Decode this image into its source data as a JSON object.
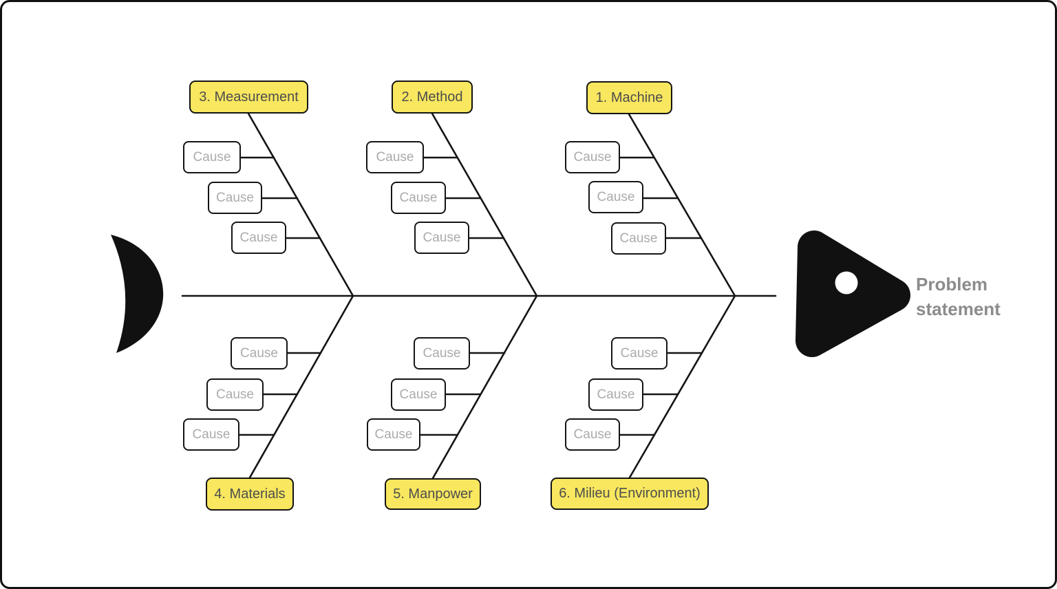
{
  "diagram": {
    "type": "fishbone-ishikawa",
    "problem_label": "Problem statement",
    "colors": {
      "category_fill": "#F8E75F",
      "category_text": "#4D4D4D",
      "cause_text": "#ABABAB",
      "line": "#141414",
      "fish_body": "#111111",
      "problem_text": "#8C8C8C",
      "background": "#FFFFFF"
    }
  },
  "categories": [
    {
      "id": "measurement",
      "label": "3. Measurement",
      "position": "top",
      "causes": [
        "Cause",
        "Cause",
        "Cause"
      ]
    },
    {
      "id": "method",
      "label": "2. Method",
      "position": "top",
      "causes": [
        "Cause",
        "Cause",
        "Cause"
      ]
    },
    {
      "id": "machine",
      "label": "1. Machine",
      "position": "top",
      "causes": [
        "Cause",
        "Cause",
        "Cause"
      ]
    },
    {
      "id": "materials",
      "label": "4. Materials",
      "position": "bottom",
      "causes": [
        "Cause",
        "Cause",
        "Cause"
      ]
    },
    {
      "id": "manpower",
      "label": "5. Manpower",
      "position": "bottom",
      "causes": [
        "Cause",
        "Cause",
        "Cause"
      ]
    },
    {
      "id": "milieu",
      "label": "6. Milieu (Environment)",
      "position": "bottom",
      "causes": [
        "Cause",
        "Cause",
        "Cause"
      ]
    }
  ],
  "problem": {
    "label": "Problem statement"
  }
}
